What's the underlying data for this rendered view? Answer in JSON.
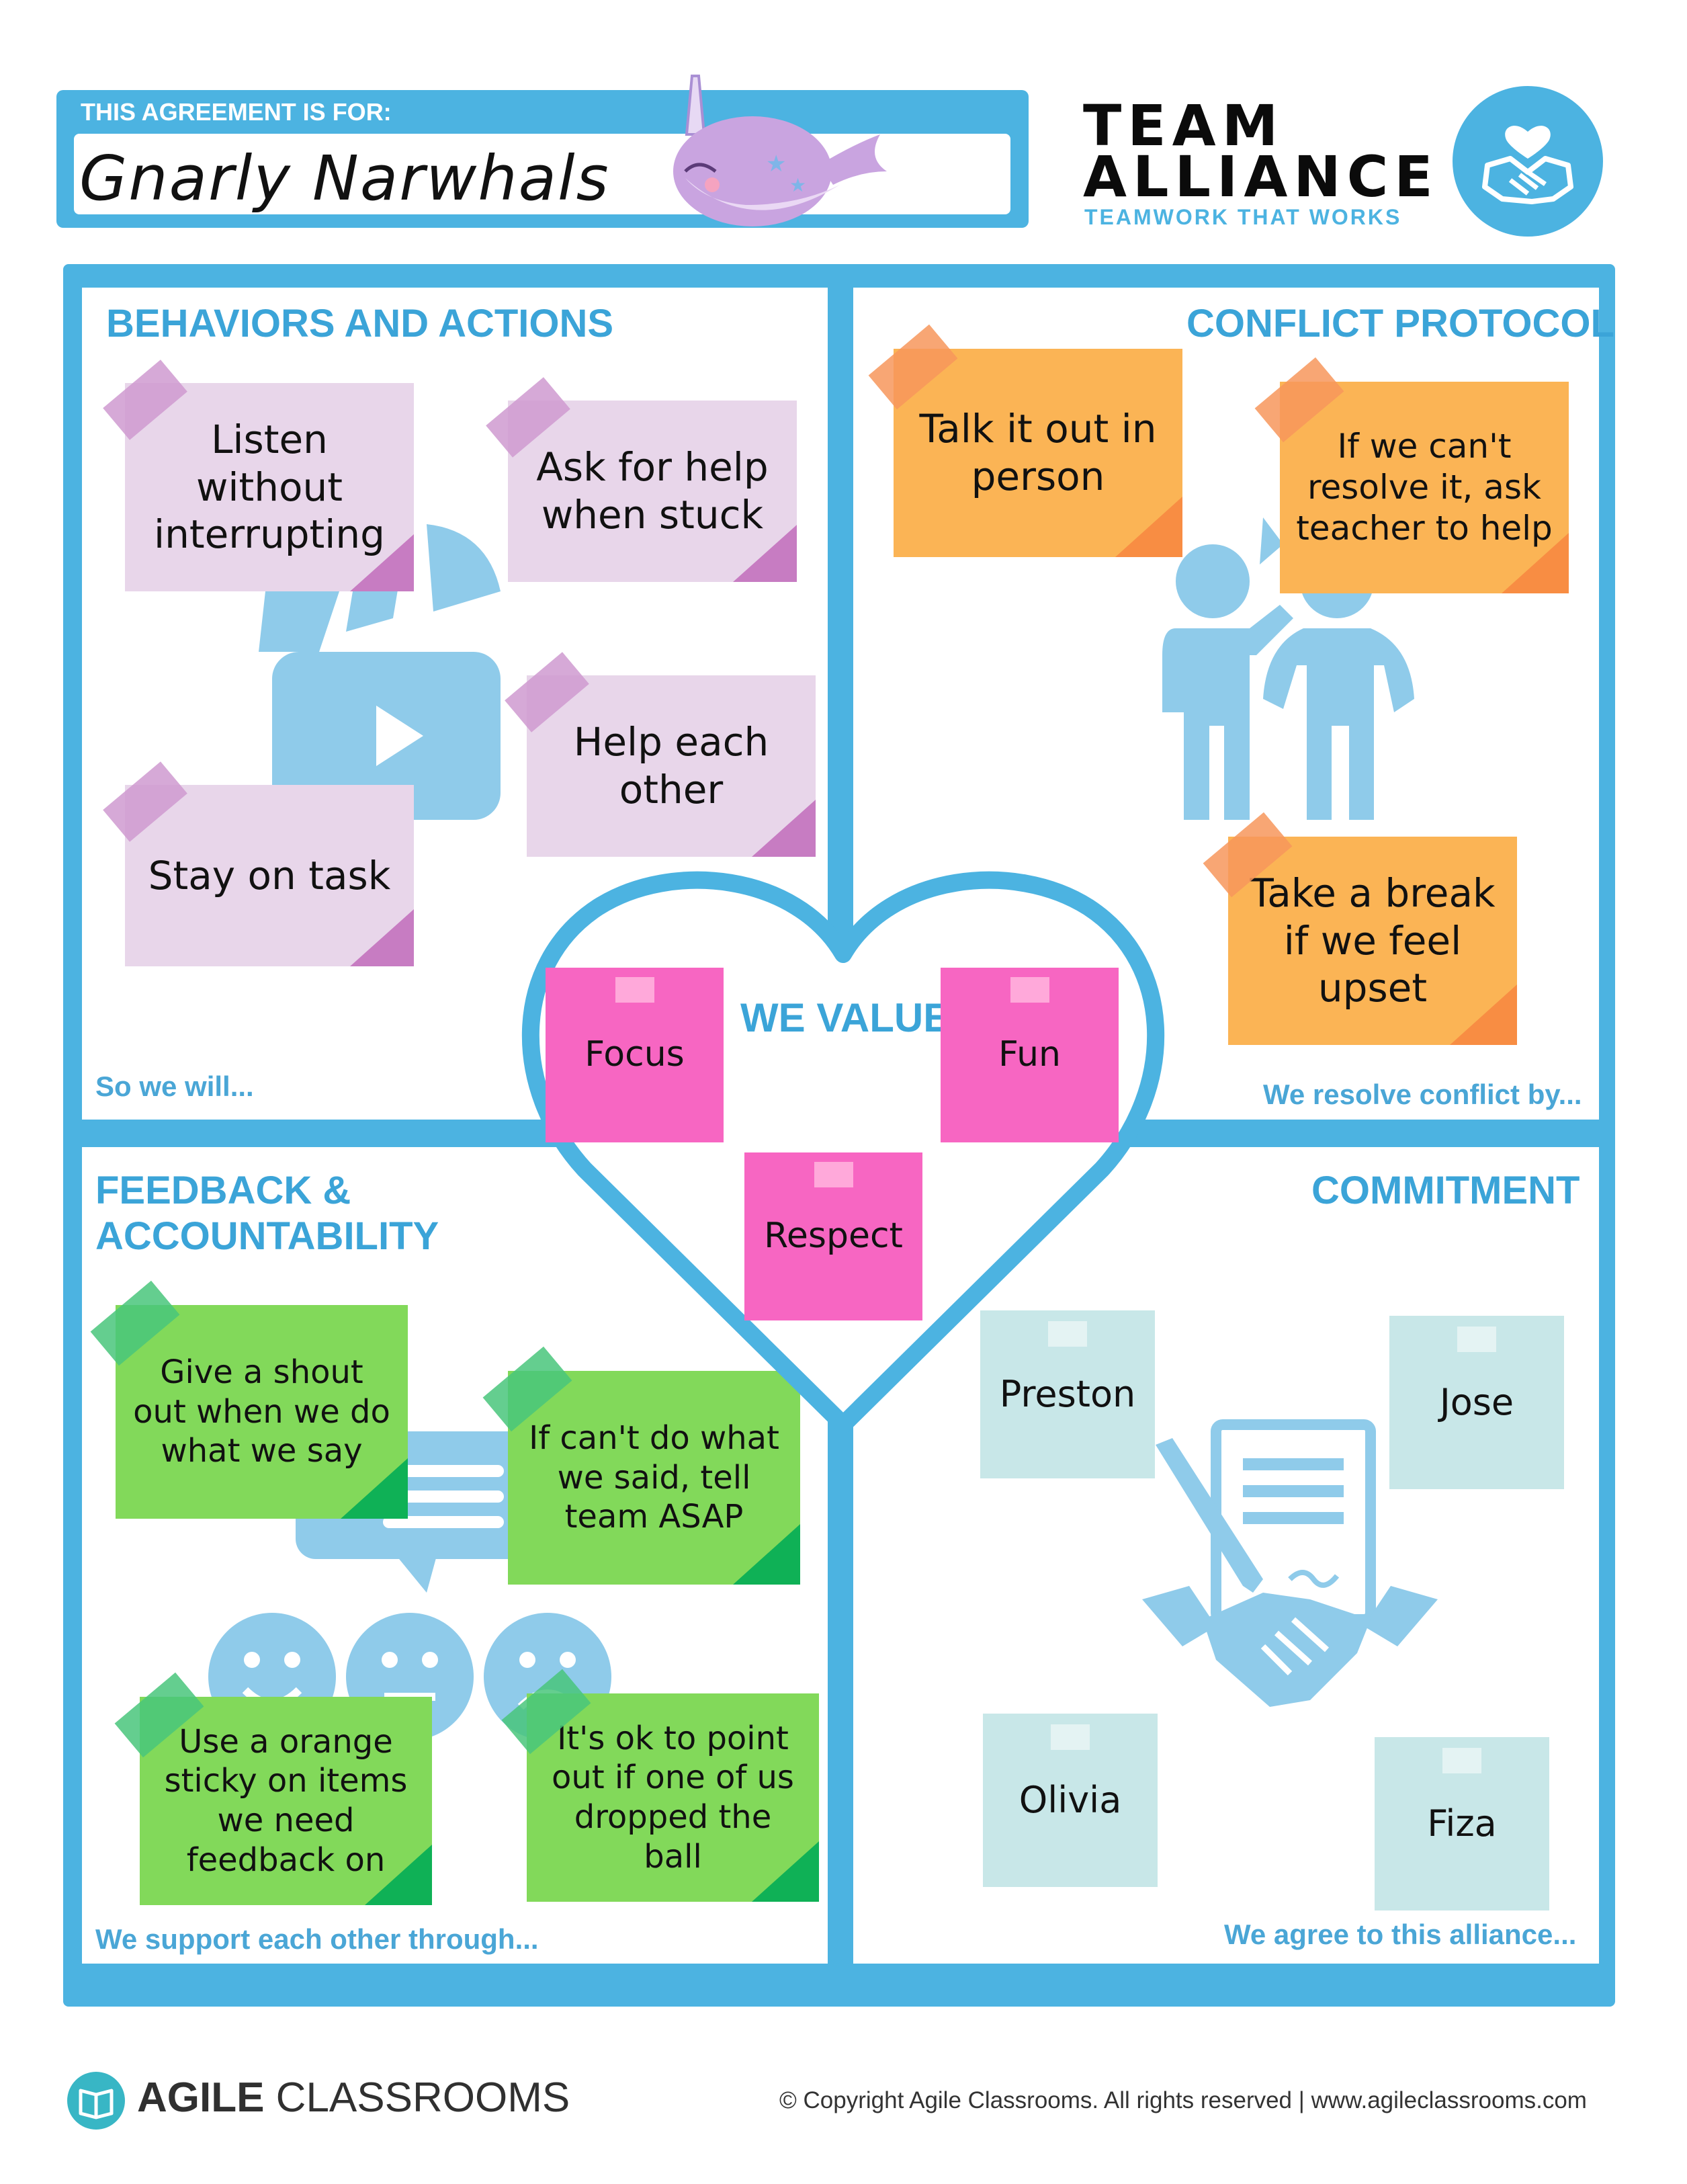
{
  "header": {
    "agreement_label": "THIS AGREEMENT IS FOR:",
    "team_name": "Gnarly Narwhals",
    "title_line1": "TEAM",
    "title_line2": "ALLIANCE",
    "tagline": "TEAMWORK THAT WORKS",
    "logo_icon": "handshake-heart-icon",
    "mascot_icon": "narwhal-icon"
  },
  "colors": {
    "brand_blue": "#4cb3e1",
    "purple_note": "#e8d6ea",
    "orange_note": "#fbb455",
    "green_note": "#82d95a",
    "pink_note": "#f766c2",
    "teal_note": "#c8e7e8"
  },
  "behaviors": {
    "title": "BEHAVIORS AND ACTIONS",
    "footer": "So we will...",
    "icon": "clapperboard-icon",
    "notes": [
      "Listen without interrupting",
      "Ask for help when stuck",
      "Help each other",
      "Stay on task"
    ]
  },
  "conflict": {
    "title": "CONFLICT PROTOCOL",
    "footer": "We resolve conflict by...",
    "icon": "two-people-talking-icon",
    "notes": [
      "Talk it out in person",
      "If we can't resolve it, ask teacher to help",
      "Take a break if we feel upset"
    ]
  },
  "feedback": {
    "title_line1": "FEEDBACK &",
    "title_line2": "ACCOUNTABILITY",
    "footer": "We support each other through...",
    "icons": [
      "chat-bubble-icon",
      "faces-icon"
    ],
    "notes": [
      "Give a shout out when we do what we say",
      "If can't do what we said, tell team ASAP",
      "Use a orange sticky on items we need feedback on",
      "It's ok to point out if one of us dropped the ball"
    ]
  },
  "commitment": {
    "title": "COMMITMENT",
    "footer": "We  agree to this alliance...",
    "icon": "contract-handshake-icon",
    "names": [
      "Preston",
      "Jose",
      "Olivia",
      "Fiza"
    ]
  },
  "values": {
    "title": "WE VALUE",
    "items": [
      "Focus",
      "Fun",
      "Respect"
    ]
  },
  "footer": {
    "brand_bold": "AGILE",
    "brand_light": " CLASSROOMS",
    "brand_icon": "open-book-icon",
    "copyright": "© Copyright Agile Classrooms. All rights reserved | www.agileclassrooms.com"
  }
}
